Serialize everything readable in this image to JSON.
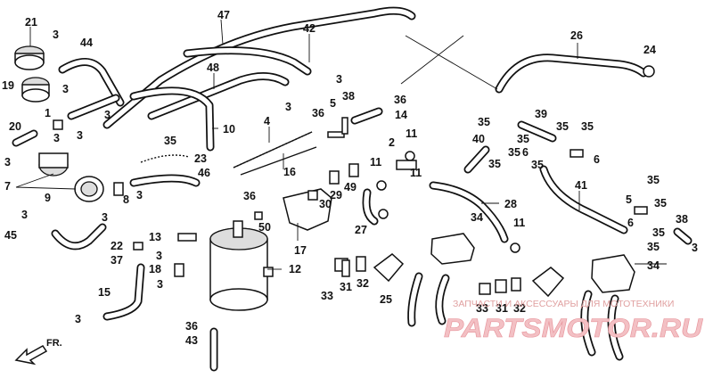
{
  "diagram": {
    "callouts": {
      "c21": "21",
      "c3a": "3",
      "c44": "44",
      "c47": "47",
      "c42": "42",
      "c26": "26",
      "c24": "24",
      "c19": "19",
      "c48": "48",
      "c3b": "3",
      "c3c": "3",
      "c3d": "3",
      "c3e": "3",
      "c20": "20",
      "c1": "1",
      "c3f": "3",
      "c3g": "3",
      "c10": "10",
      "c4": "4",
      "c36a": "36",
      "c5": "5",
      "c38a": "38",
      "c36b": "36",
      "c14": "14",
      "c35a": "35",
      "c39": "39",
      "c35b": "35",
      "c35c": "35",
      "c35d": "35",
      "c35e": "35",
      "c6a": "6",
      "c40": "40",
      "c35f": "35",
      "c35g": "35",
      "c6b": "6",
      "c3h": "3",
      "c7": "7",
      "c9": "9",
      "c8": "8",
      "c2": "2",
      "c11a": "11",
      "c11b": "11",
      "c11c": "11",
      "c23": "23",
      "c46": "46",
      "c16": "16",
      "c35h": "35",
      "c3i": "3",
      "c45": "45",
      "c36c": "36",
      "c13": "13",
      "c3j": "3",
      "c50": "50",
      "c17": "17",
      "c30": "30",
      "c29": "29",
      "c49": "49",
      "c27": "27",
      "c28": "28",
      "c34a": "34",
      "c11d": "11",
      "c35i": "35",
      "c41": "41",
      "c5b": "5",
      "c35j": "35",
      "c6c": "6",
      "c38b": "38",
      "c35k": "35",
      "c3k": "3",
      "c22": "22",
      "c37": "37",
      "c18": "18",
      "c3l": "3",
      "c15": "15",
      "c12": "12",
      "c33a": "33",
      "c31a": "31",
      "c32a": "32",
      "c25": "25",
      "c34b": "34",
      "c33b": "33",
      "c31b": "31",
      "c32b": "32",
      "c3m": "3",
      "c36d": "36",
      "c43": "43",
      "c3n": "3",
      "c35l": "35"
    },
    "direction_label": "FR.",
    "watermark_line": "ЗАПЧАСТИ И АКСЕССУАРЫ ДЛЯ МОТОТЕХНИКИ",
    "watermark_brand": "PARTSMOTOR.RU",
    "colors": {
      "ink": "#111111",
      "watermark_big": "#f3c0c4",
      "watermark_small": "#e0a0a0"
    }
  }
}
